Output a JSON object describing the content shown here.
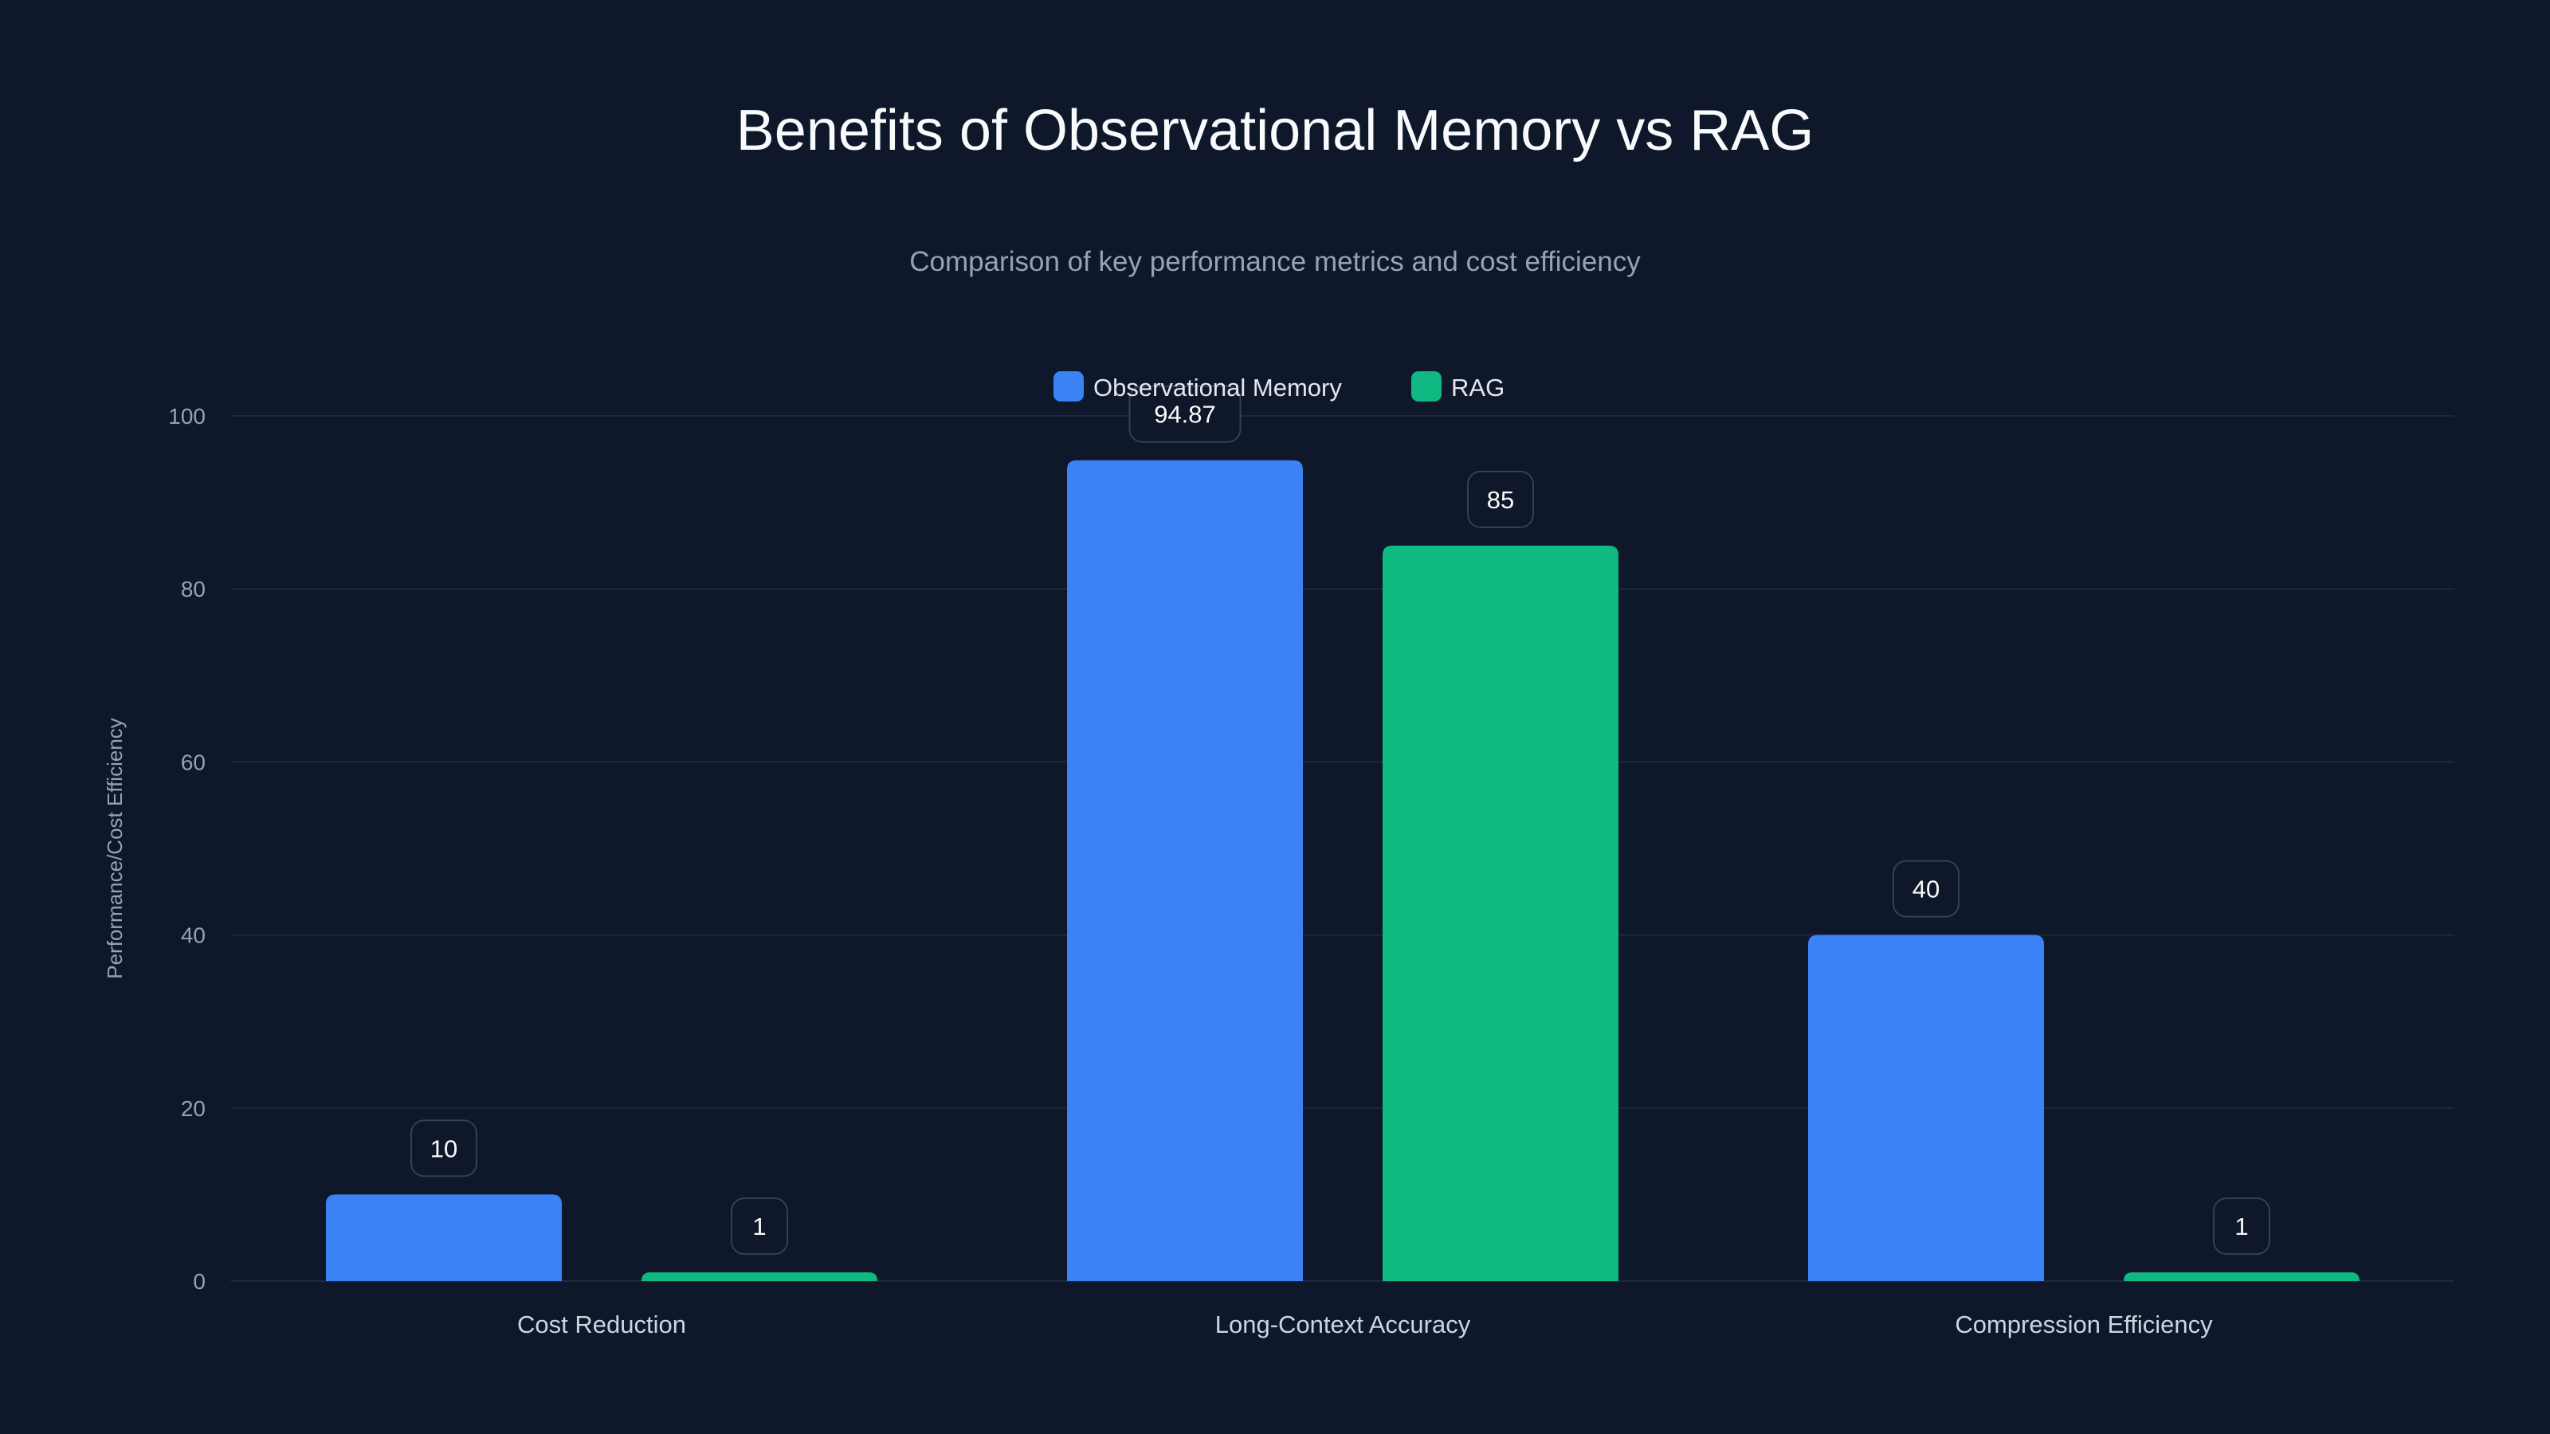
{
  "chart_data": {
    "type": "bar",
    "title": "Benefits of Observational Memory vs RAG",
    "subtitle": "Comparison of key performance metrics and cost efficiency",
    "xlabel": "",
    "ylabel": "Performance/Cost Efficiency",
    "ylim": [
      0,
      100
    ],
    "yticks": [
      0,
      20,
      40,
      60,
      80,
      100
    ],
    "grid": true,
    "legend_position": "top-center",
    "categories": [
      "Cost Reduction",
      "Long-Context Accuracy",
      "Compression Efficiency"
    ],
    "series": [
      {
        "name": "Observational Memory",
        "values": [
          10,
          94.87,
          40
        ],
        "color": "#3b82f6"
      },
      {
        "name": "RAG",
        "values": [
          1,
          85,
          1
        ],
        "color": "#10b981"
      }
    ]
  },
  "colors": {
    "background": "#0f172a",
    "grid": "#1e293b",
    "label_border": "#334155"
  }
}
